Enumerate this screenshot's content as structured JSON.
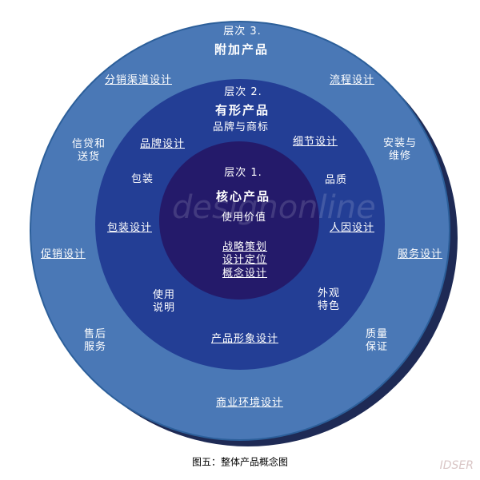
{
  "colors": {
    "outer_ring": "#4a78b6",
    "outer_ring_edge": "#2c5f9a",
    "middle_ring": "#233e95",
    "inner_core": "#241a6a",
    "text": "#ffffff",
    "shadow": "#1e2a55"
  },
  "level3": {
    "title": "层次 3.",
    "name": "附加产品",
    "items": {
      "distribution_design": "分销渠道设计",
      "process_design": "流程设计",
      "credit_delivery": "信贷和\n送货",
      "install_repair": "安装与\n维修",
      "promotion_design": "促销设计",
      "service_design": "服务设计",
      "after_sales": "售后\n服务",
      "quality_guarantee": "质量\n保证",
      "business_env_design": "商业环境设计"
    }
  },
  "level2": {
    "title": "层次 2.",
    "name": "有形产品",
    "subtitle": "品牌与商标",
    "items": {
      "brand_design": "品牌设计",
      "detail_design": "细节设计",
      "packaging": "包装",
      "quality": "品质",
      "packaging_design": "包装设计",
      "human_factors_design": "人因设计",
      "usage_manual": "使用\n说明",
      "appearance": "外观\n特色",
      "product_image_design": "产品形象设计"
    }
  },
  "level1": {
    "title": "层次 1.",
    "name": "核心产品",
    "subtitle": "使用价值",
    "items": {
      "strategy": "战略策划",
      "positioning": "设计定位",
      "concept": "概念设计"
    }
  },
  "watermark": "designonline",
  "corner_logo": "IDSER",
  "caption": "图五：整体产品概念图"
}
